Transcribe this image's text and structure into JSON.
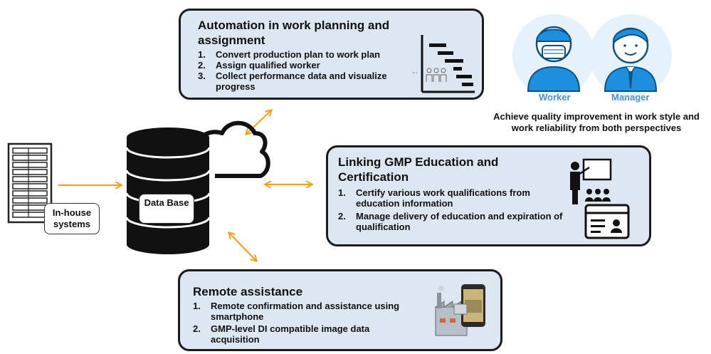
{
  "automation": {
    "title": "Automation in work planning and assignment",
    "items": [
      {
        "num": "1.",
        "text": "Convert production plan to work plan"
      },
      {
        "num": "2.",
        "text": "Assign qualified worker"
      },
      {
        "num": "3.",
        "text": "Collect performance data and visualize progress"
      }
    ]
  },
  "gmp": {
    "title": "Linking GMP Education and Certification",
    "items": [
      {
        "num": "1.",
        "text": "Certify various work qualifications from education information"
      },
      {
        "num": "2.",
        "text": "Manage delivery of education and expiration of qualification"
      }
    ]
  },
  "remote": {
    "title": "Remote assistance",
    "items": [
      {
        "num": "1.",
        "text": "Remote confirmation and assistance using smartphone"
      },
      {
        "num": "2.",
        "text": "GMP-level DI compatible image data acquisition"
      }
    ]
  },
  "roles": {
    "worker": "Worker",
    "manager": "Manager",
    "caption": "Achieve quality improvement in work style and work reliability from both perspectives"
  },
  "database": {
    "label": "Data Base"
  },
  "inhouse": {
    "label": "In-house systems"
  },
  "colors": {
    "arrow": "#f3a21b",
    "box_fill": "#dde7f2",
    "border": "#1b1b1b",
    "people": "#1e8fdc"
  }
}
